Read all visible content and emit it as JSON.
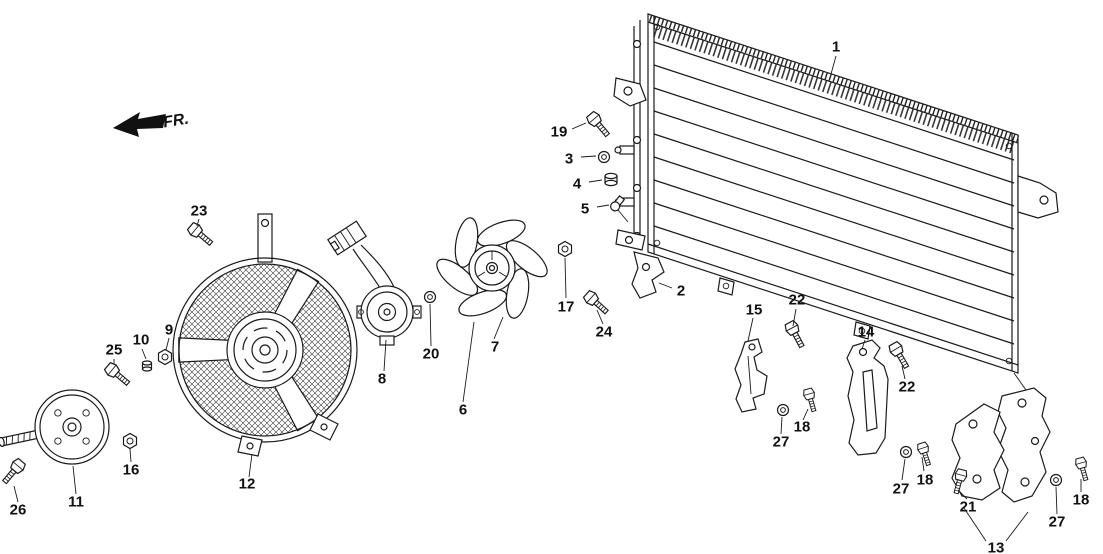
{
  "diagram": {
    "direction_label": "FR.",
    "background_color": "#ffffff",
    "ink_color": "#1a1a1a"
  },
  "callouts": [
    {
      "label": "1"
    },
    {
      "label": "19"
    },
    {
      "label": "3"
    },
    {
      "label": "4"
    },
    {
      "label": "5"
    },
    {
      "label": "2"
    },
    {
      "label": "23"
    },
    {
      "label": "17"
    },
    {
      "label": "24"
    },
    {
      "label": "15"
    },
    {
      "label": "22"
    },
    {
      "label": "14"
    },
    {
      "label": "22"
    },
    {
      "label": "18"
    },
    {
      "label": "27"
    },
    {
      "label": "27"
    },
    {
      "label": "18"
    },
    {
      "label": "21"
    },
    {
      "label": "13"
    },
    {
      "label": "27"
    },
    {
      "label": "18"
    },
    {
      "label": "7"
    },
    {
      "label": "6"
    },
    {
      "label": "20"
    },
    {
      "label": "8"
    },
    {
      "label": "12"
    },
    {
      "label": "9"
    },
    {
      "label": "10"
    },
    {
      "label": "25"
    },
    {
      "label": "16"
    },
    {
      "label": "11"
    },
    {
      "label": "26"
    }
  ]
}
